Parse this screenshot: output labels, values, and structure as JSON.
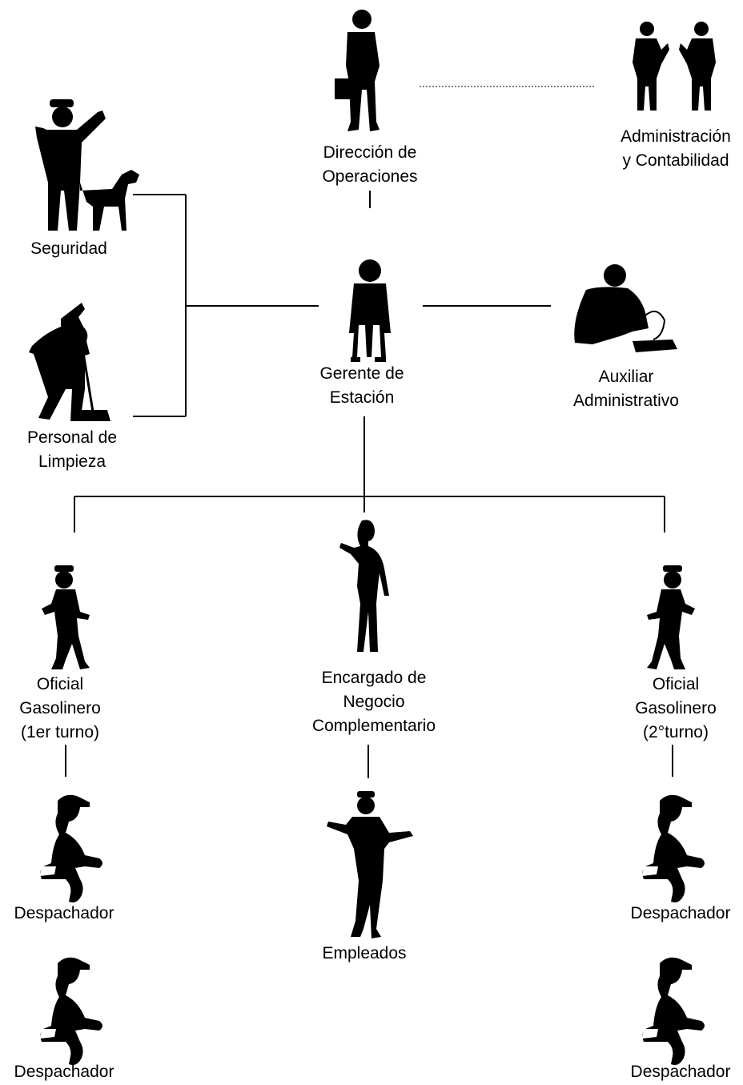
{
  "chart_title": "",
  "colors": {
    "lines": "#000000",
    "figures": "#000000",
    "dotted_link": "#808080"
  },
  "nodes": {
    "direccion": {
      "icon": "businessman-briefcase-icon",
      "lines": [
        "Dirección de",
        "Operaciones"
      ]
    },
    "administracion": {
      "icon": "two-people-talking-icon",
      "lines": [
        "Administración",
        "y Contabilidad"
      ]
    },
    "seguridad": {
      "icon": "security-guard-with-dog-icon",
      "lines": [
        "Seguridad"
      ]
    },
    "gerente": {
      "icon": "manager-icon",
      "lines": [
        "Gerente de",
        "Estación"
      ]
    },
    "auxiliar": {
      "icon": "office-worker-desk-icon",
      "lines": [
        "Auxiliar",
        "Administrativo"
      ]
    },
    "limpieza": {
      "icon": "janitor-with-broom-icon",
      "lines": [
        "Personal de",
        "Limpieza"
      ]
    },
    "oficial1": {
      "icon": "gas-attendant-icon",
      "lines": [
        "Oficial",
        "Gasolinero",
        "(1er turno)"
      ]
    },
    "encargado": {
      "icon": "woman-reading-icon",
      "lines": [
        "Encargado de",
        "Negocio",
        "Complementario"
      ]
    },
    "oficial2": {
      "icon": "gas-attendant-icon",
      "lines": [
        "Oficial",
        "Gasolinero",
        "(2°turno)"
      ]
    },
    "despachador_l1": {
      "icon": "fuel-dispatcher-icon",
      "lines": [
        "Despachador"
      ]
    },
    "empleados": {
      "icon": "employee-shrugging-icon",
      "lines": [
        "Empleados"
      ]
    },
    "despachador_r1": {
      "icon": "fuel-dispatcher-icon",
      "lines": [
        "Despachador"
      ]
    },
    "despachador_l2": {
      "icon": "fuel-dispatcher-icon",
      "lines": [
        "Despachador"
      ]
    },
    "despachador_r2": {
      "icon": "fuel-dispatcher-icon",
      "lines": [
        "Despachador"
      ]
    }
  }
}
